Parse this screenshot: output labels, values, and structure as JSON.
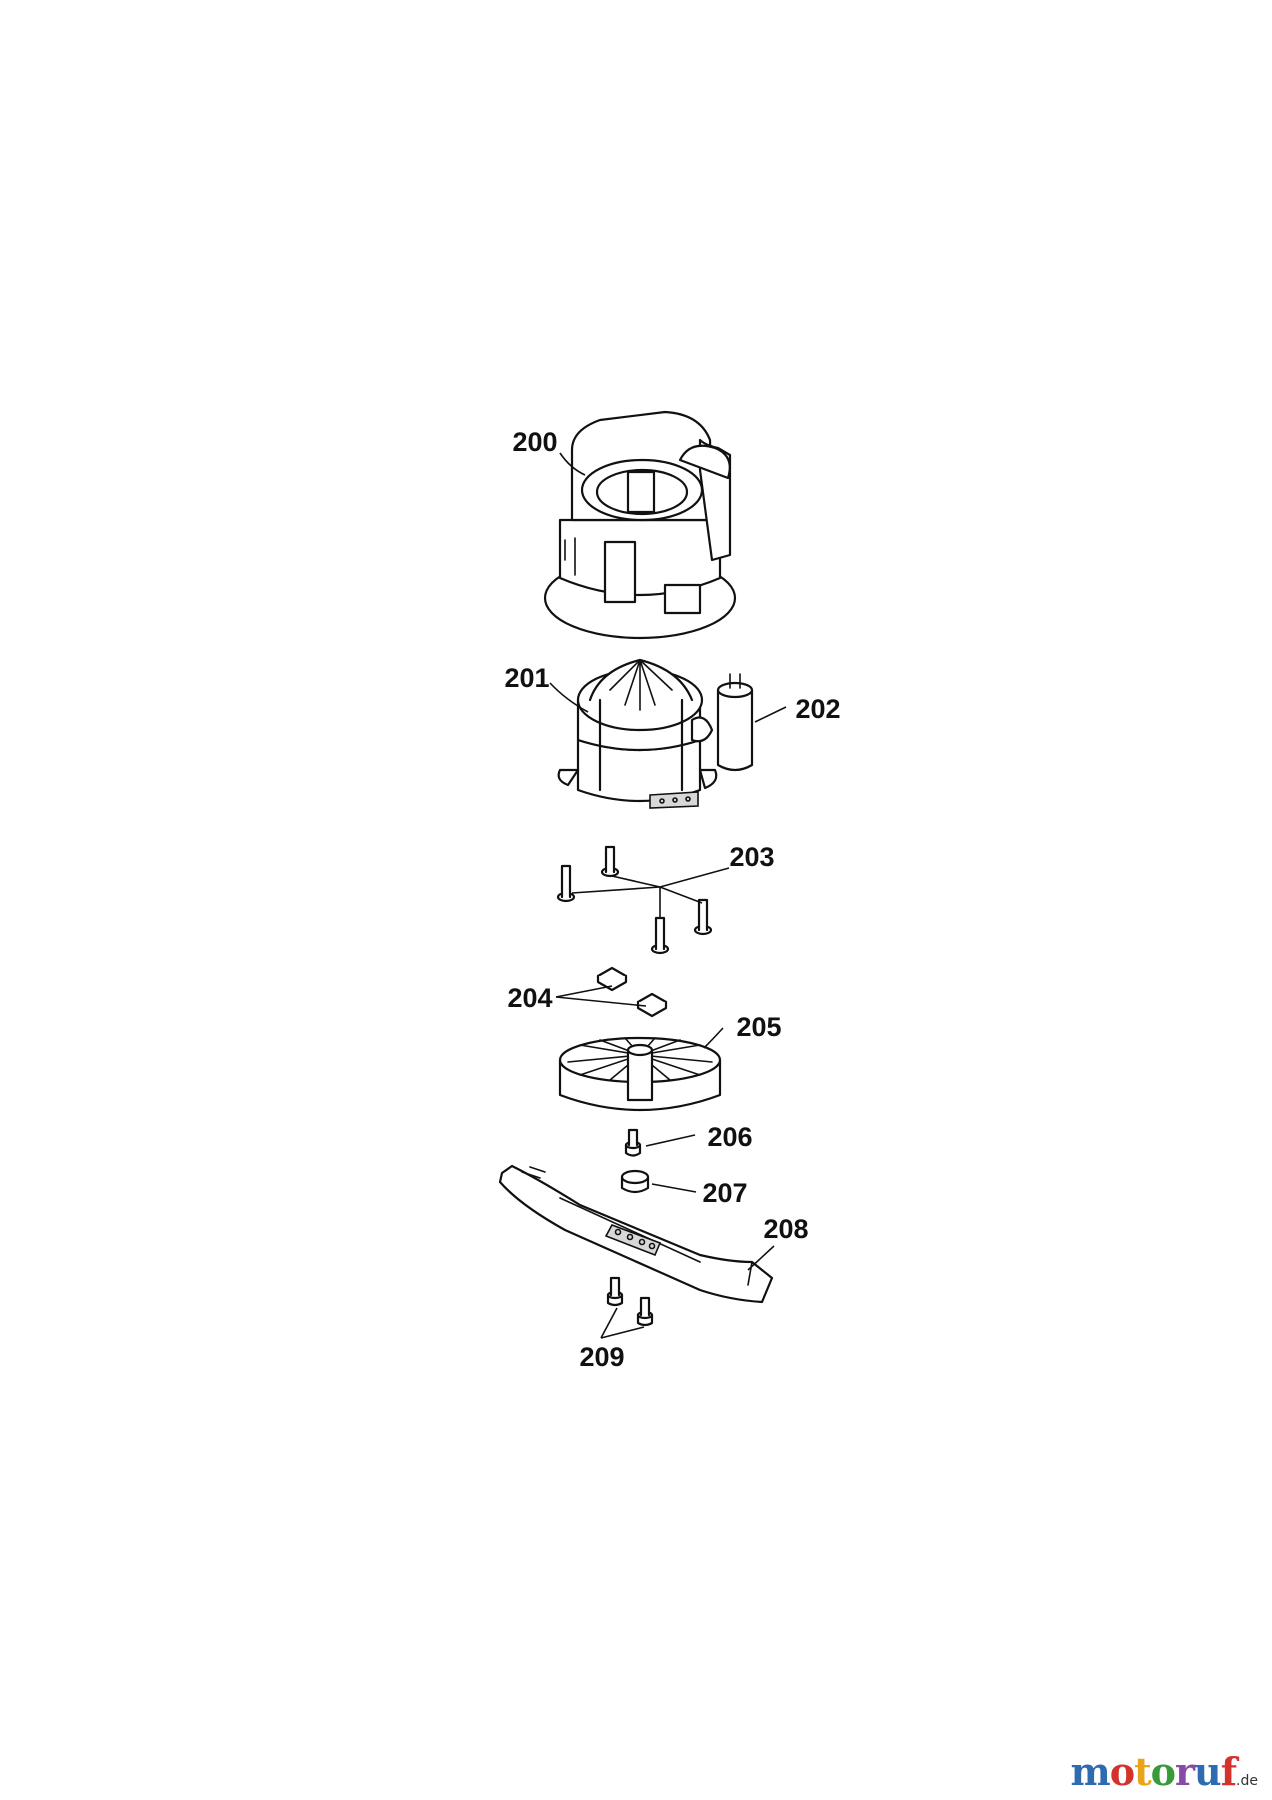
{
  "callouts": {
    "p200": "200",
    "p201": "201",
    "p202": "202",
    "p203": "203",
    "p204": "204",
    "p205": "205",
    "p206": "206",
    "p207": "207",
    "p208": "208",
    "p209": "209"
  },
  "watermark": {
    "letters": [
      "m",
      "o",
      "t",
      "o",
      "r",
      "u",
      "f"
    ],
    "tld": ".de"
  }
}
